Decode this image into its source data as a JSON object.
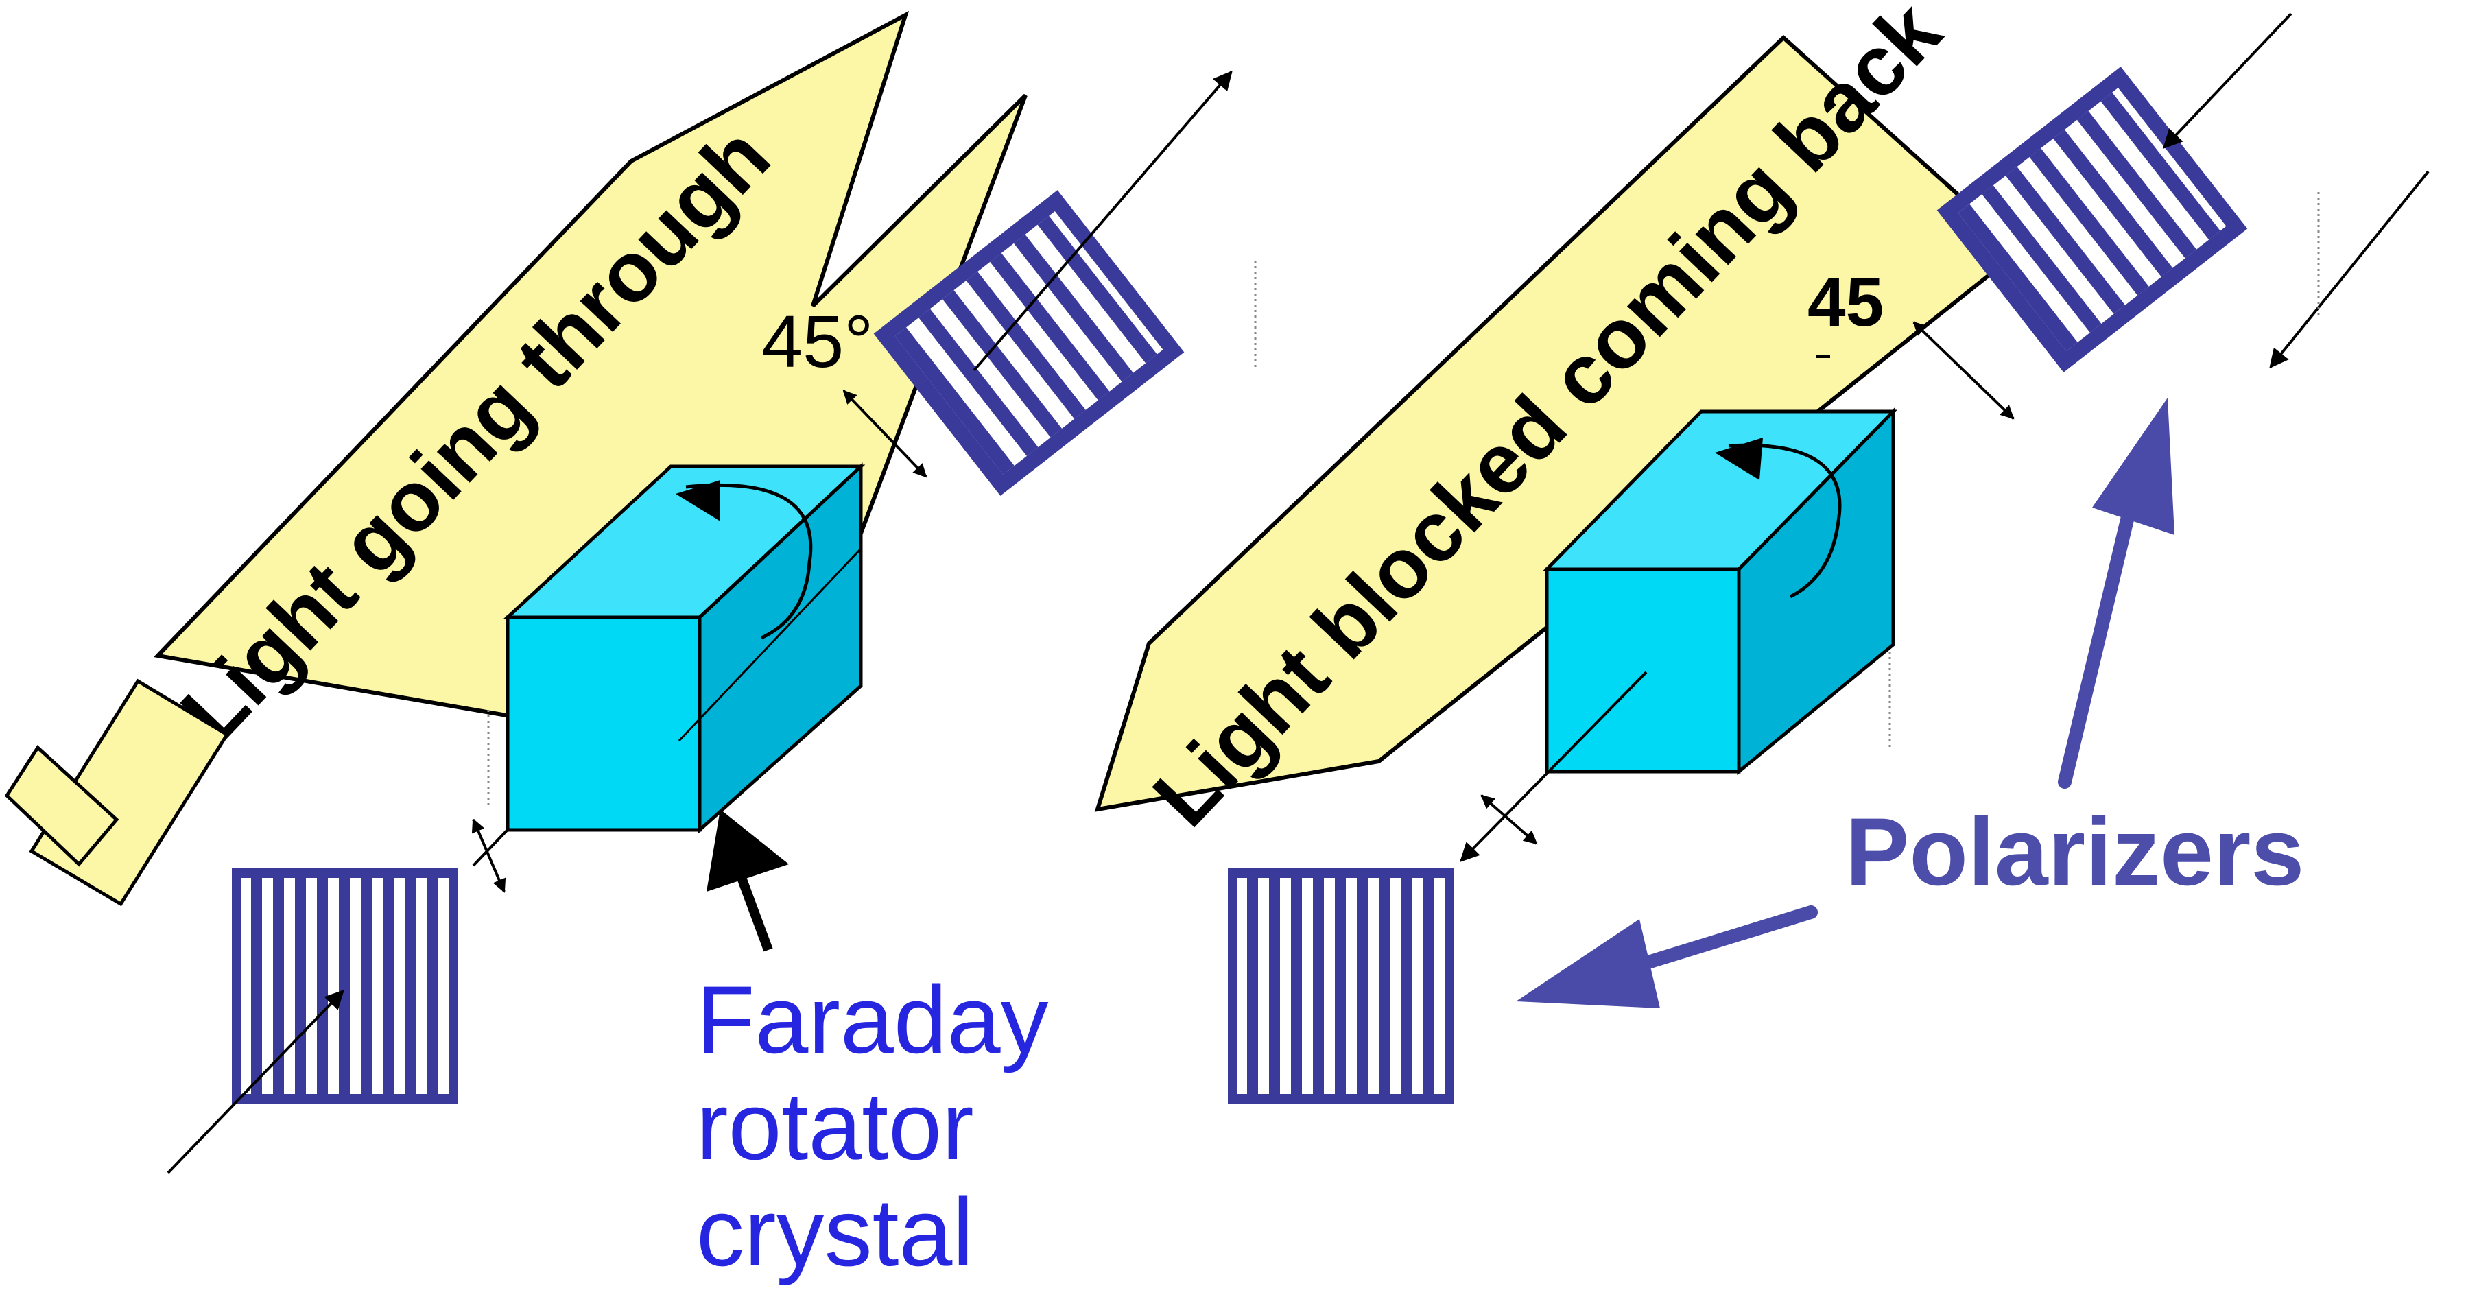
{
  "labels": {
    "light_going_through": "Light going through",
    "light_blocked_coming_back": "Light blocked coming back",
    "angle_left": "45°",
    "angle_right": "45",
    "faraday_line1": "Faraday",
    "faraday_line2": "rotator",
    "faraday_line3": "crystal",
    "polarizers": "Polarizers"
  },
  "colors": {
    "banner_fill": "#fbf7a6",
    "polarizer_stripe": "#3a3a9a",
    "crystal_front": "#00d9f5",
    "crystal_top": "#3ee3fb",
    "crystal_side": "#00b3d6",
    "polarizer_pointer": "#4a4aa8",
    "faraday_label": "#2626e0"
  },
  "icons": {
    "polarizers": "striped-square",
    "crystal": "cube",
    "rotation": "curved-arrow"
  }
}
